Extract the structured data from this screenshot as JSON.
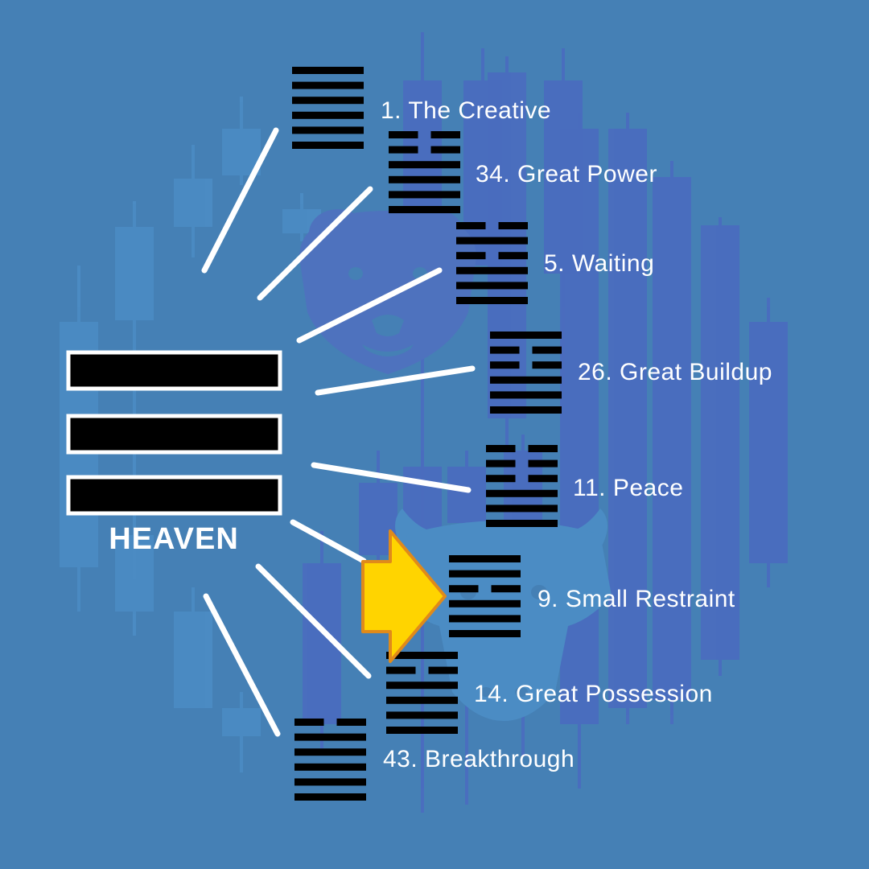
{
  "colors": {
    "background": "#4580b5",
    "candle_dark": "#4a6cbf",
    "candle_light": "#4b8cc4",
    "mascot": "#4e72be",
    "line_black": "#000000",
    "connector": "#ffffff",
    "arrow_fill": "#ffd400",
    "arrow_stroke": "#e08a1a"
  },
  "trigram": {
    "name": "HEAVEN",
    "lines": [
      1,
      1,
      1
    ]
  },
  "hexagrams": [
    {
      "label": "1. The Creative",
      "lines": [
        1,
        1,
        1,
        1,
        1,
        1
      ]
    },
    {
      "label": "34. Great Power",
      "lines": [
        0,
        0,
        1,
        1,
        1,
        1
      ]
    },
    {
      "label": "5. Waiting",
      "lines": [
        0,
        1,
        0,
        1,
        1,
        1
      ]
    },
    {
      "label": "26. Great Buildup",
      "lines": [
        1,
        0,
        0,
        1,
        1,
        1
      ]
    },
    {
      "label": "11. Peace",
      "lines": [
        0,
        0,
        0,
        1,
        1,
        1
      ]
    },
    {
      "label": "9. Small Restraint",
      "lines": [
        1,
        1,
        0,
        1,
        1,
        1
      ]
    },
    {
      "label": "14. Great Possession",
      "lines": [
        1,
        0,
        1,
        1,
        1,
        1
      ]
    },
    {
      "label": "43. Breakthrough",
      "lines": [
        0,
        1,
        1,
        1,
        1,
        1
      ]
    }
  ],
  "highlight": {
    "hexagram": "9. Small Restraint",
    "icon": "arrow-right-icon"
  },
  "background_icons": [
    "bear-icon",
    "bull-icon",
    "candlestick-chart"
  ]
}
